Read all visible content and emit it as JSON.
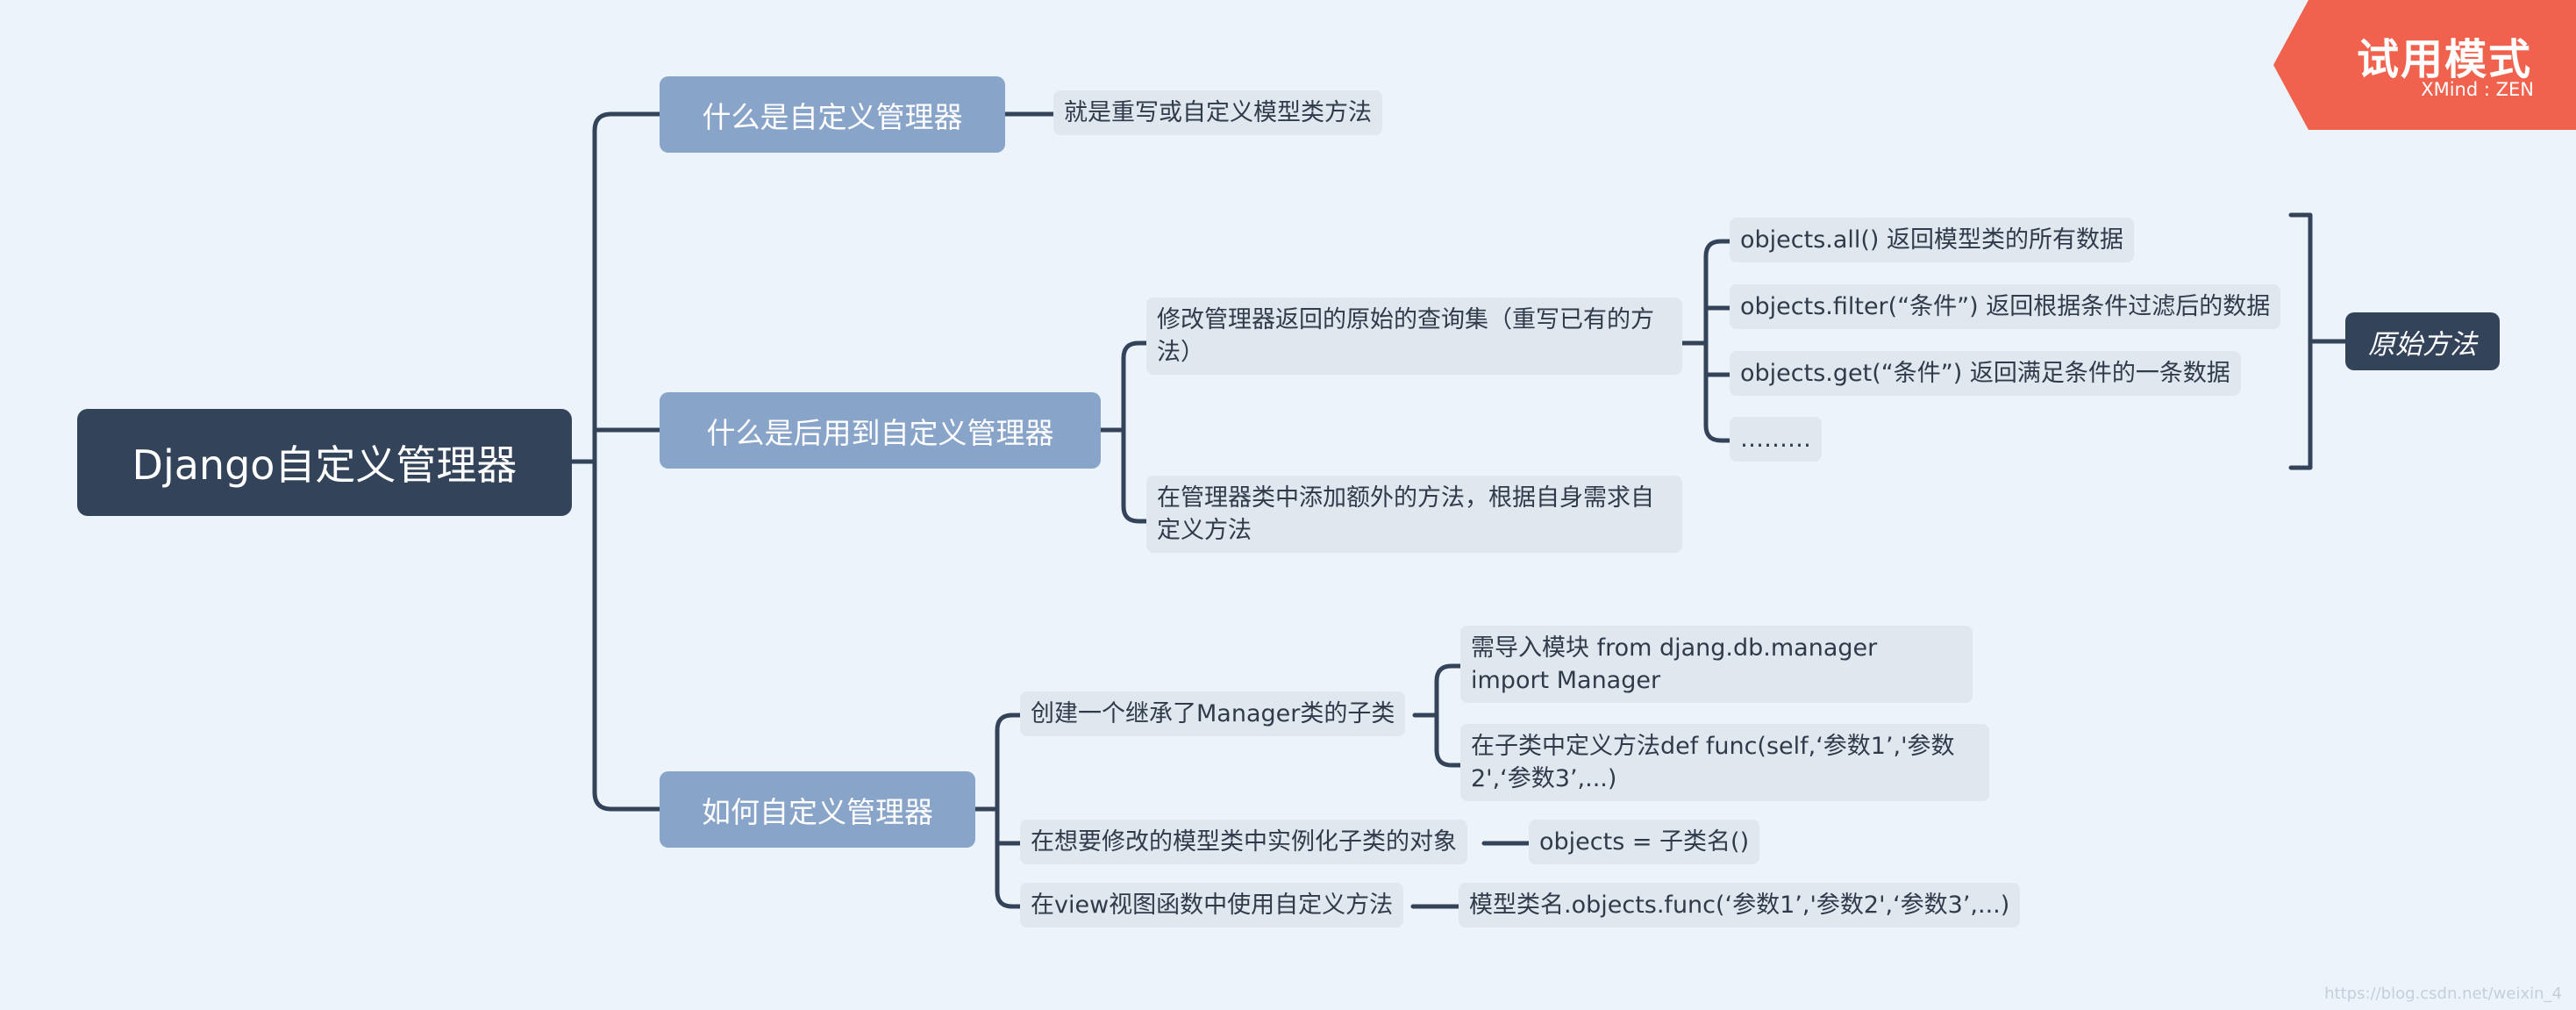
{
  "root": {
    "label": "Django自定义管理器"
  },
  "branches": [
    {
      "label": "什么是自定义管理器",
      "children": [
        {
          "label": "就是重写或自定义模型类方法"
        }
      ]
    },
    {
      "label": "什么是后用到自定义管理器",
      "children": [
        {
          "label": "修改管理器返回的原始的查询集（重写已有的方法）",
          "children": [
            {
              "label": "objects.all() 返回模型类的所有数据"
            },
            {
              "label": "objects.filter(“条件”) 返回根据条件过滤后的数据"
            },
            {
              "label": "objects.get(“条件”) 返回满足条件的一条数据"
            },
            {
              "label": "………"
            }
          ]
        },
        {
          "label": "在管理器类中添加额外的方法，根据自身需求自定义方法"
        }
      ]
    },
    {
      "label": "如何自定义管理器",
      "children": [
        {
          "label": "创建一个继承了Manager类的子类",
          "children": [
            {
              "label": "需导入模块 from djang.db.manager import Manager"
            },
            {
              "label": "在子类中定义方法def func(self,‘参数1’,'参数2',‘参数3’,...)"
            }
          ]
        },
        {
          "label": "在想要修改的模型类中实例化子类的对象",
          "children": [
            {
              "label": "objects = 子类名()"
            }
          ]
        },
        {
          "label": "在view视图函数中使用自定义方法",
          "children": [
            {
              "label": "模型类名.objects.func(‘参数1’,'参数2',‘参数3’,...)"
            }
          ]
        }
      ]
    }
  ],
  "summary": {
    "label": "原始方法"
  },
  "badge": {
    "title": "试用模式",
    "subtitle": "XMind : ZEN"
  },
  "watermark": "https://blog.csdn.net/weixin_4",
  "colors": {
    "background": "#edf3fa",
    "root": "#33435a",
    "branch": "#89a4c9",
    "leaf": "#e0e7ef",
    "connector": "#33435a",
    "badge": "#f0624d"
  }
}
